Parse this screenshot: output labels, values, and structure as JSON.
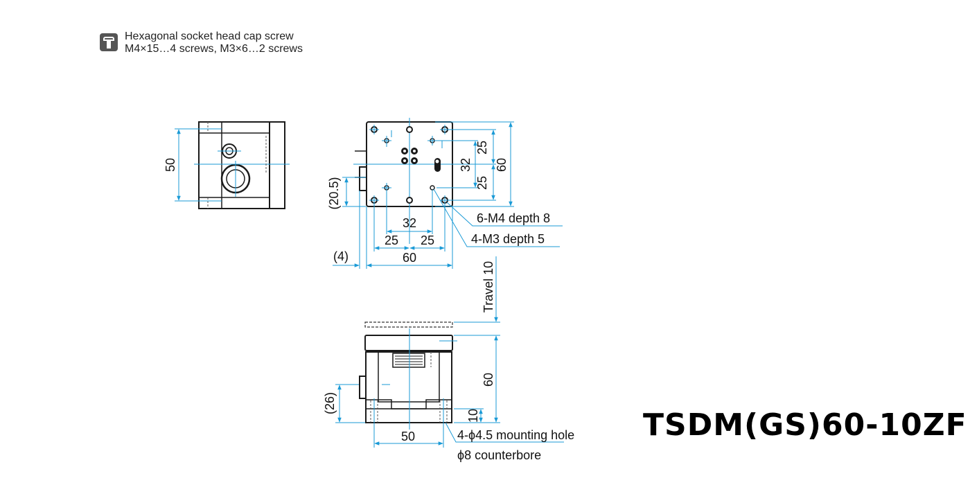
{
  "legend": {
    "icon": "hex-socket-screw-icon",
    "line1": "Hexagonal socket head cap screw",
    "line2": "M4×15…4 screws, M3×6…2 screws"
  },
  "title": "TSDM(GS)60-10ZF",
  "dimensions": {
    "side_height": "50",
    "top_25a": "25",
    "top_32v": "32",
    "top_60v": "60",
    "top_25b": "25",
    "offset_20_5": "(20.5)",
    "h32": "32",
    "h25a": "25",
    "h25b": "25",
    "h60": "60",
    "offset_4": "(4)",
    "travel": "Travel 10",
    "front_60": "60",
    "front_26": "(26)",
    "front_10": "10",
    "front_50": "50"
  },
  "notes": {
    "m4": "6-M4 depth 8",
    "m3": "4-M3 depth 5",
    "mount1": "4-ϕ4.5 mounting hole",
    "mount2": "ϕ8 counterbore"
  },
  "colors": {
    "dim_line": "#1a9ad6",
    "body": "#1a1a1a"
  }
}
